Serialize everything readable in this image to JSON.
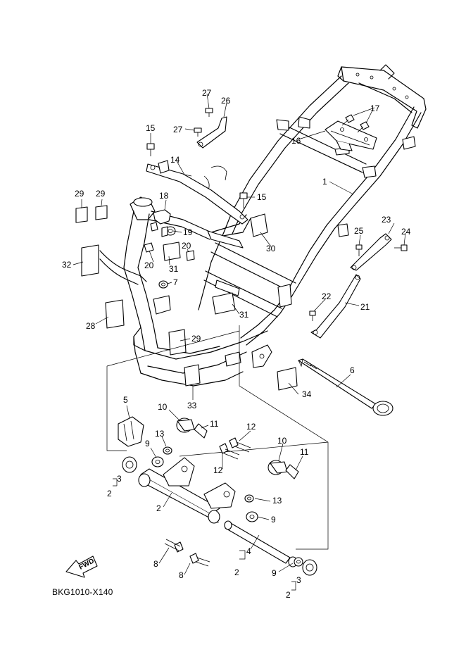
{
  "drawing_code": "BKG1010-X140",
  "fwd_label": "FWD",
  "callouts": [
    {
      "id": "c1",
      "text": "1"
    },
    {
      "id": "c2a",
      "text": "2"
    },
    {
      "id": "c2b",
      "text": "2"
    },
    {
      "id": "c2c",
      "text": "2"
    },
    {
      "id": "c2d",
      "text": "2"
    },
    {
      "id": "c3a",
      "text": "3"
    },
    {
      "id": "c3b",
      "text": "3"
    },
    {
      "id": "c4",
      "text": "4"
    },
    {
      "id": "c5",
      "text": "5"
    },
    {
      "id": "c6",
      "text": "6"
    },
    {
      "id": "c7",
      "text": "7"
    },
    {
      "id": "c8a",
      "text": "8"
    },
    {
      "id": "c8b",
      "text": "8"
    },
    {
      "id": "c9a",
      "text": "9"
    },
    {
      "id": "c9b",
      "text": "9"
    },
    {
      "id": "c9c",
      "text": "9"
    },
    {
      "id": "c10a",
      "text": "10"
    },
    {
      "id": "c10b",
      "text": "10"
    },
    {
      "id": "c11a",
      "text": "11"
    },
    {
      "id": "c11b",
      "text": "11"
    },
    {
      "id": "c12a",
      "text": "12"
    },
    {
      "id": "c12b",
      "text": "12"
    },
    {
      "id": "c13a",
      "text": "13"
    },
    {
      "id": "c13b",
      "text": "13"
    },
    {
      "id": "c14",
      "text": "14"
    },
    {
      "id": "c15a",
      "text": "15"
    },
    {
      "id": "c15b",
      "text": "15"
    },
    {
      "id": "c16",
      "text": "16"
    },
    {
      "id": "c17",
      "text": "17"
    },
    {
      "id": "c18",
      "text": "18"
    },
    {
      "id": "c19",
      "text": "19"
    },
    {
      "id": "c20a",
      "text": "20"
    },
    {
      "id": "c20b",
      "text": "20"
    },
    {
      "id": "c21",
      "text": "21"
    },
    {
      "id": "c22",
      "text": "22"
    },
    {
      "id": "c23",
      "text": "23"
    },
    {
      "id": "c24",
      "text": "24"
    },
    {
      "id": "c25",
      "text": "25"
    },
    {
      "id": "c26",
      "text": "26"
    },
    {
      "id": "c27a",
      "text": "27"
    },
    {
      "id": "c27b",
      "text": "27"
    },
    {
      "id": "c28",
      "text": "28"
    },
    {
      "id": "c29a",
      "text": "29"
    },
    {
      "id": "c29b",
      "text": "29"
    },
    {
      "id": "c29c",
      "text": "29"
    },
    {
      "id": "c30",
      "text": "30"
    },
    {
      "id": "c31a",
      "text": "31"
    },
    {
      "id": "c31b",
      "text": "31"
    },
    {
      "id": "c32",
      "text": "32"
    },
    {
      "id": "c33",
      "text": "33"
    },
    {
      "id": "c34",
      "text": "34"
    }
  ]
}
